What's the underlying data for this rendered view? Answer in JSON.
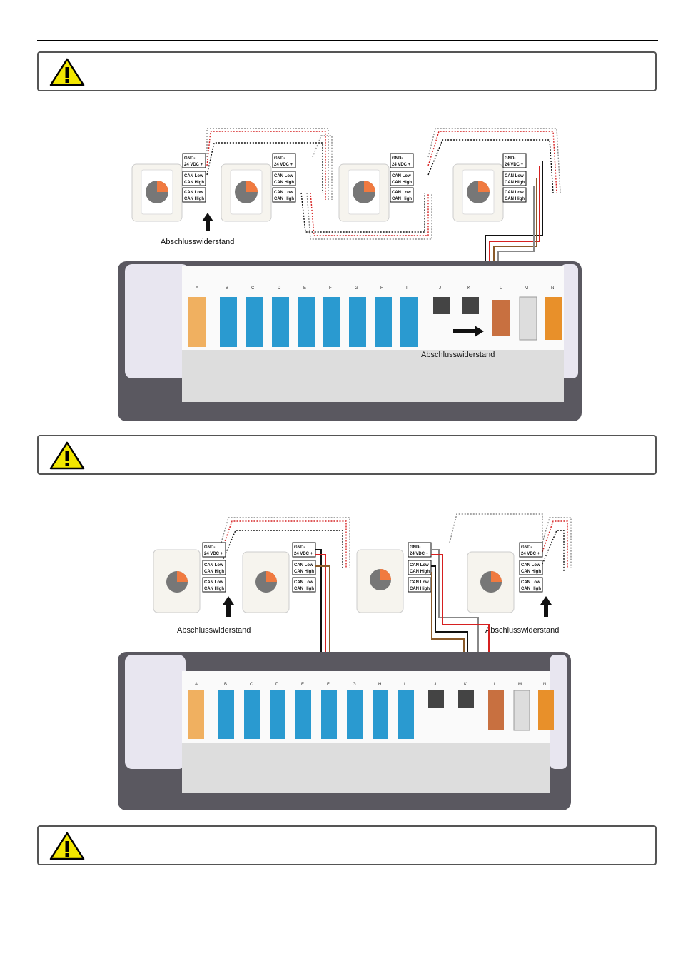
{
  "terminal_labels": {
    "gnd": "GND-",
    "vdc": "24 VDC +",
    "can_low": "CAN Low",
    "can_high": "CAN High"
  },
  "diagram1": {
    "resistor_label_1": "Abschlusswiderstand",
    "resistor_label_2": "Abschlusswiderstand"
  },
  "diagram2": {
    "resistor_label_1": "Abschlusswiderstand",
    "resistor_label_2": "Abschlusswiderstand"
  },
  "columns": [
    "A",
    "B",
    "C",
    "D",
    "E",
    "F",
    "G",
    "H",
    "I",
    "J",
    "K",
    "L",
    "M",
    "N"
  ],
  "icons": {
    "warning": "warning-triangle-icon",
    "arrow": "arrow-up-icon"
  },
  "colors": {
    "warning_fill": "#f2e600",
    "accent_orange": "#f07a40",
    "wire_red": "#d62020",
    "wire_brown": "#8a5a2a",
    "wire_black": "#111111",
    "terminal_blue": "#2a9ad0"
  }
}
